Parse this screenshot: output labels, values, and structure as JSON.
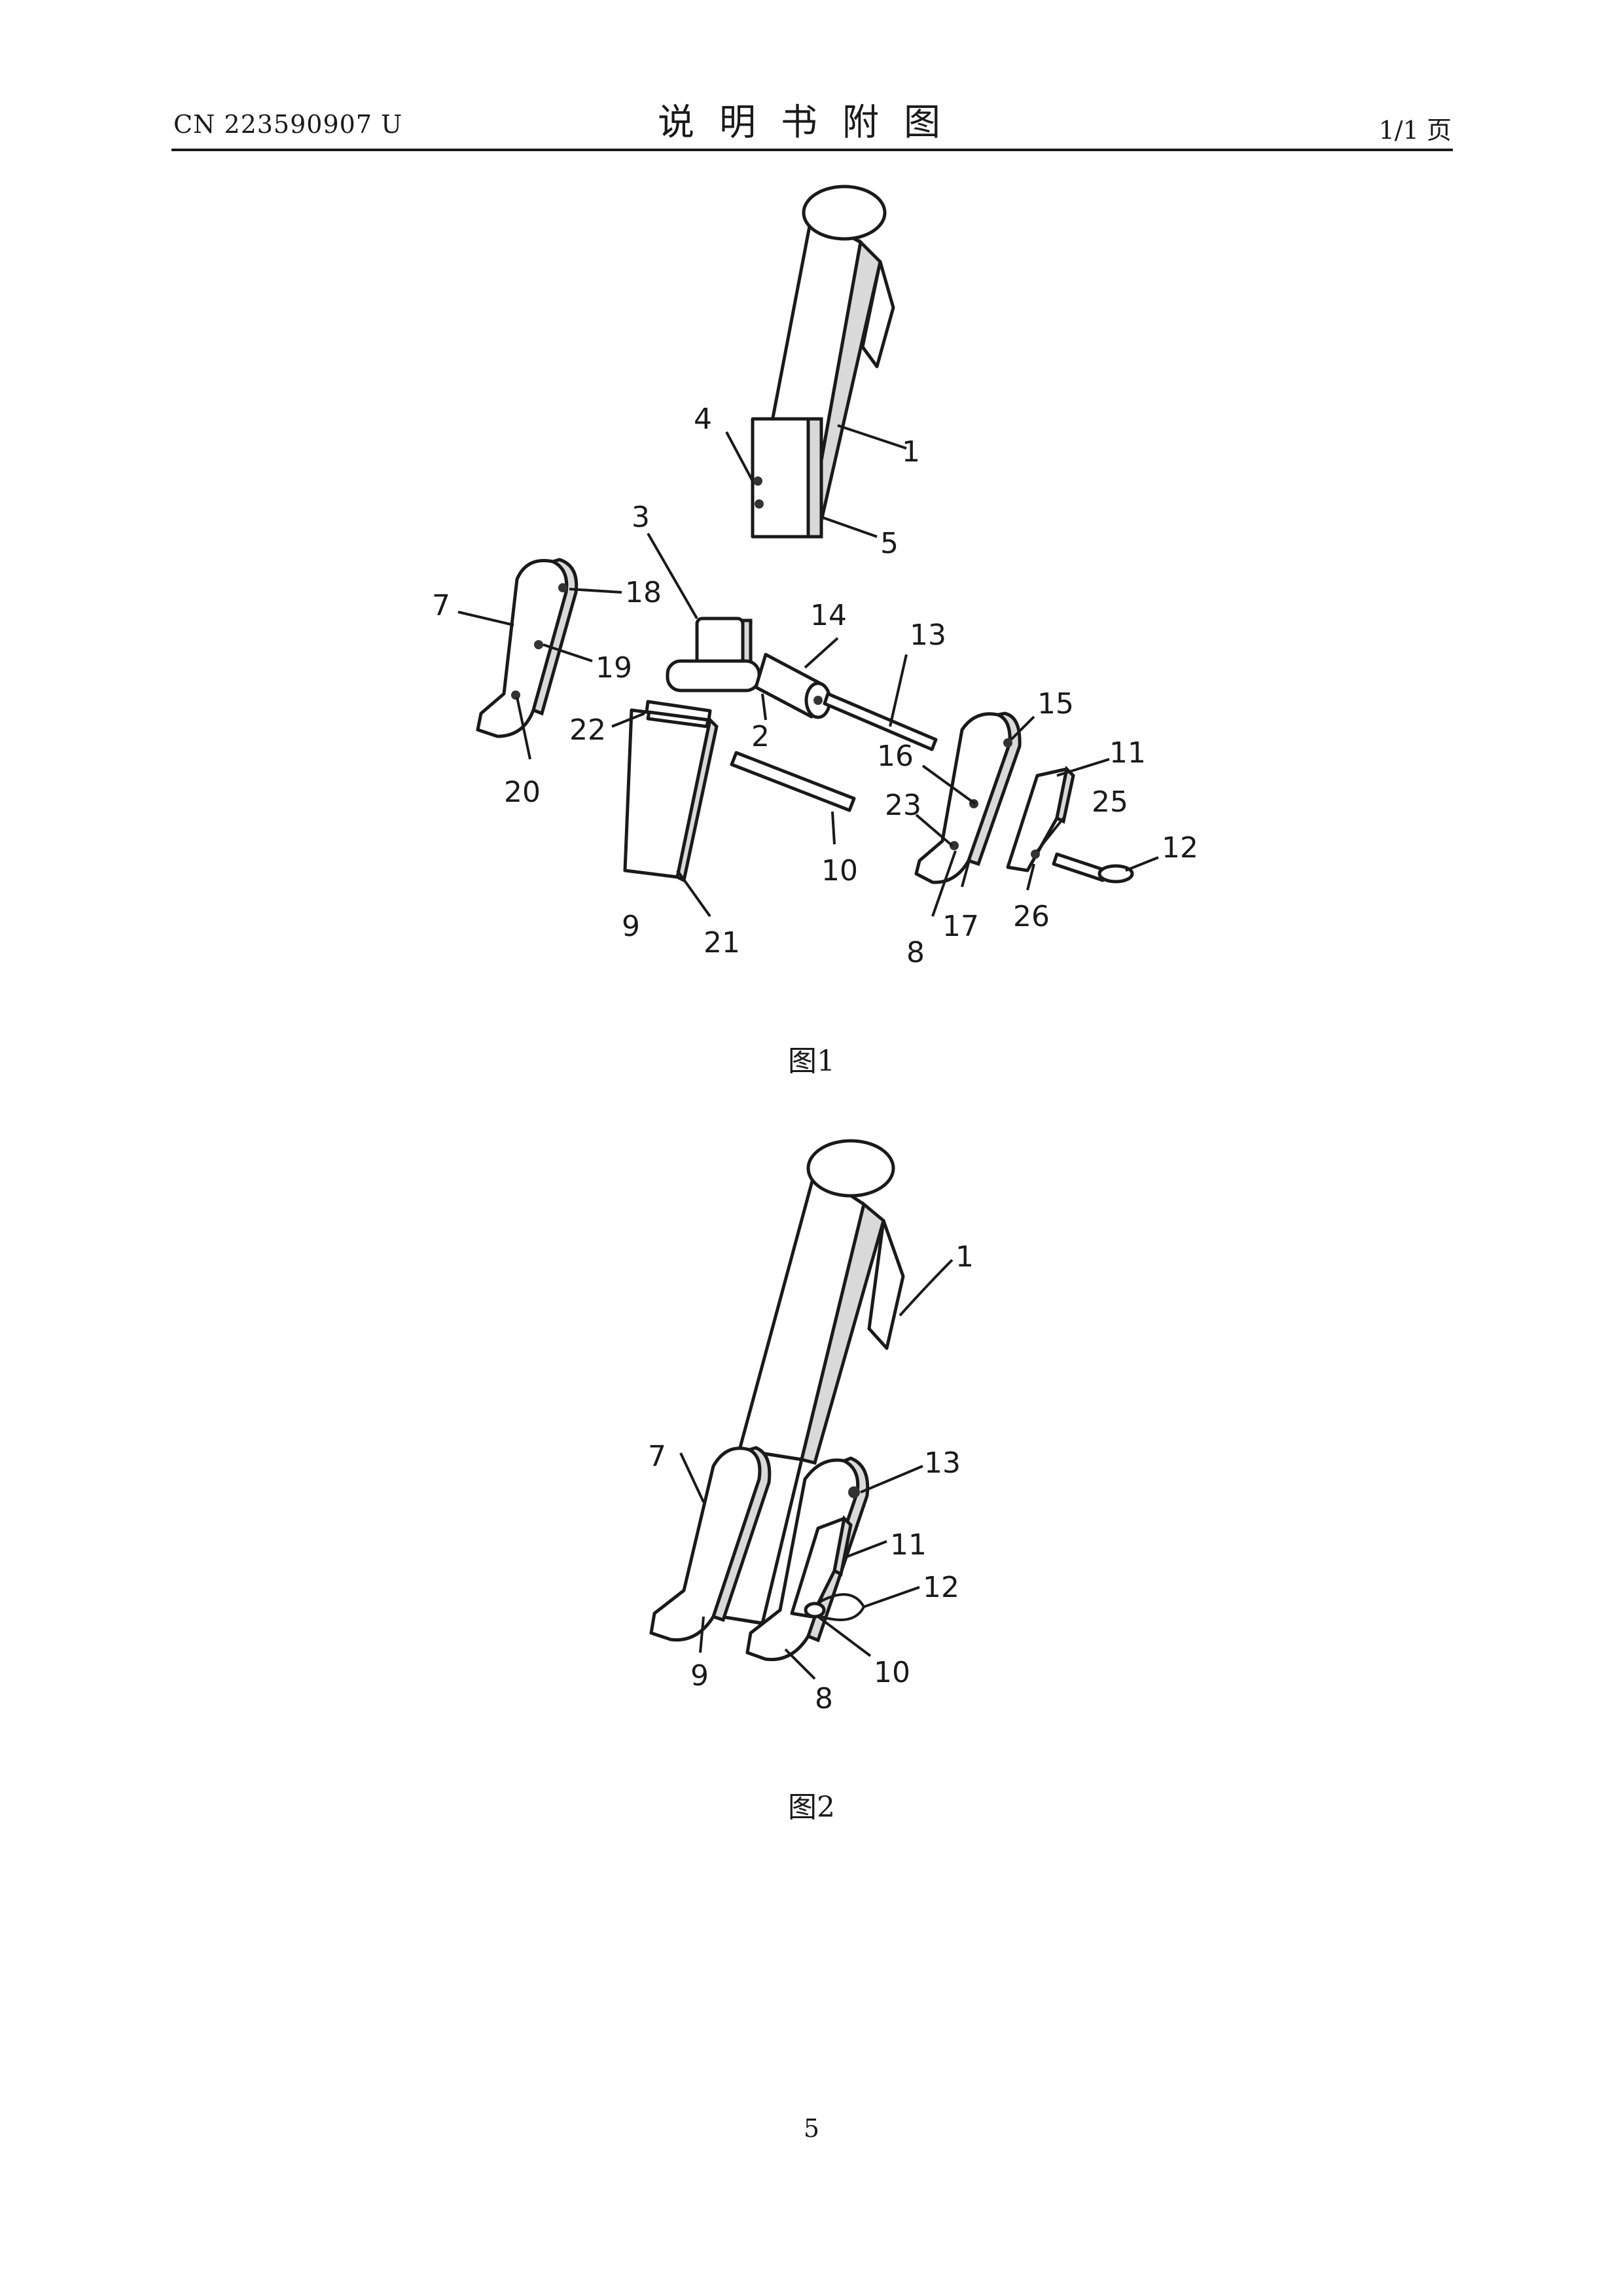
{
  "header": {
    "publication_number": "CN 223590907 U",
    "title": "说明书附图",
    "page_of": "1/1 页"
  },
  "figure1": {
    "caption": "图1",
    "labels": {
      "l1": "1",
      "l2": "2",
      "l3": "3",
      "l4": "4",
      "l5": "5",
      "l7": "7",
      "l8": "8",
      "l9": "9",
      "l10": "10",
      "l11": "11",
      "l12": "12",
      "l13": "13",
      "l14": "14",
      "l15": "15",
      "l16": "16",
      "l17": "17",
      "l18": "18",
      "l19": "19",
      "l20": "20",
      "l21": "21",
      "l22": "22",
      "l23": "23",
      "l25": "25",
      "l26": "26"
    }
  },
  "figure2": {
    "caption": "图2",
    "labels": {
      "l1": "1",
      "l7": "7",
      "l8": "8",
      "l9": "9",
      "l10": "10",
      "l11": "11",
      "l12": "12",
      "l13": "13"
    }
  },
  "footer": {
    "page_number": "5"
  }
}
